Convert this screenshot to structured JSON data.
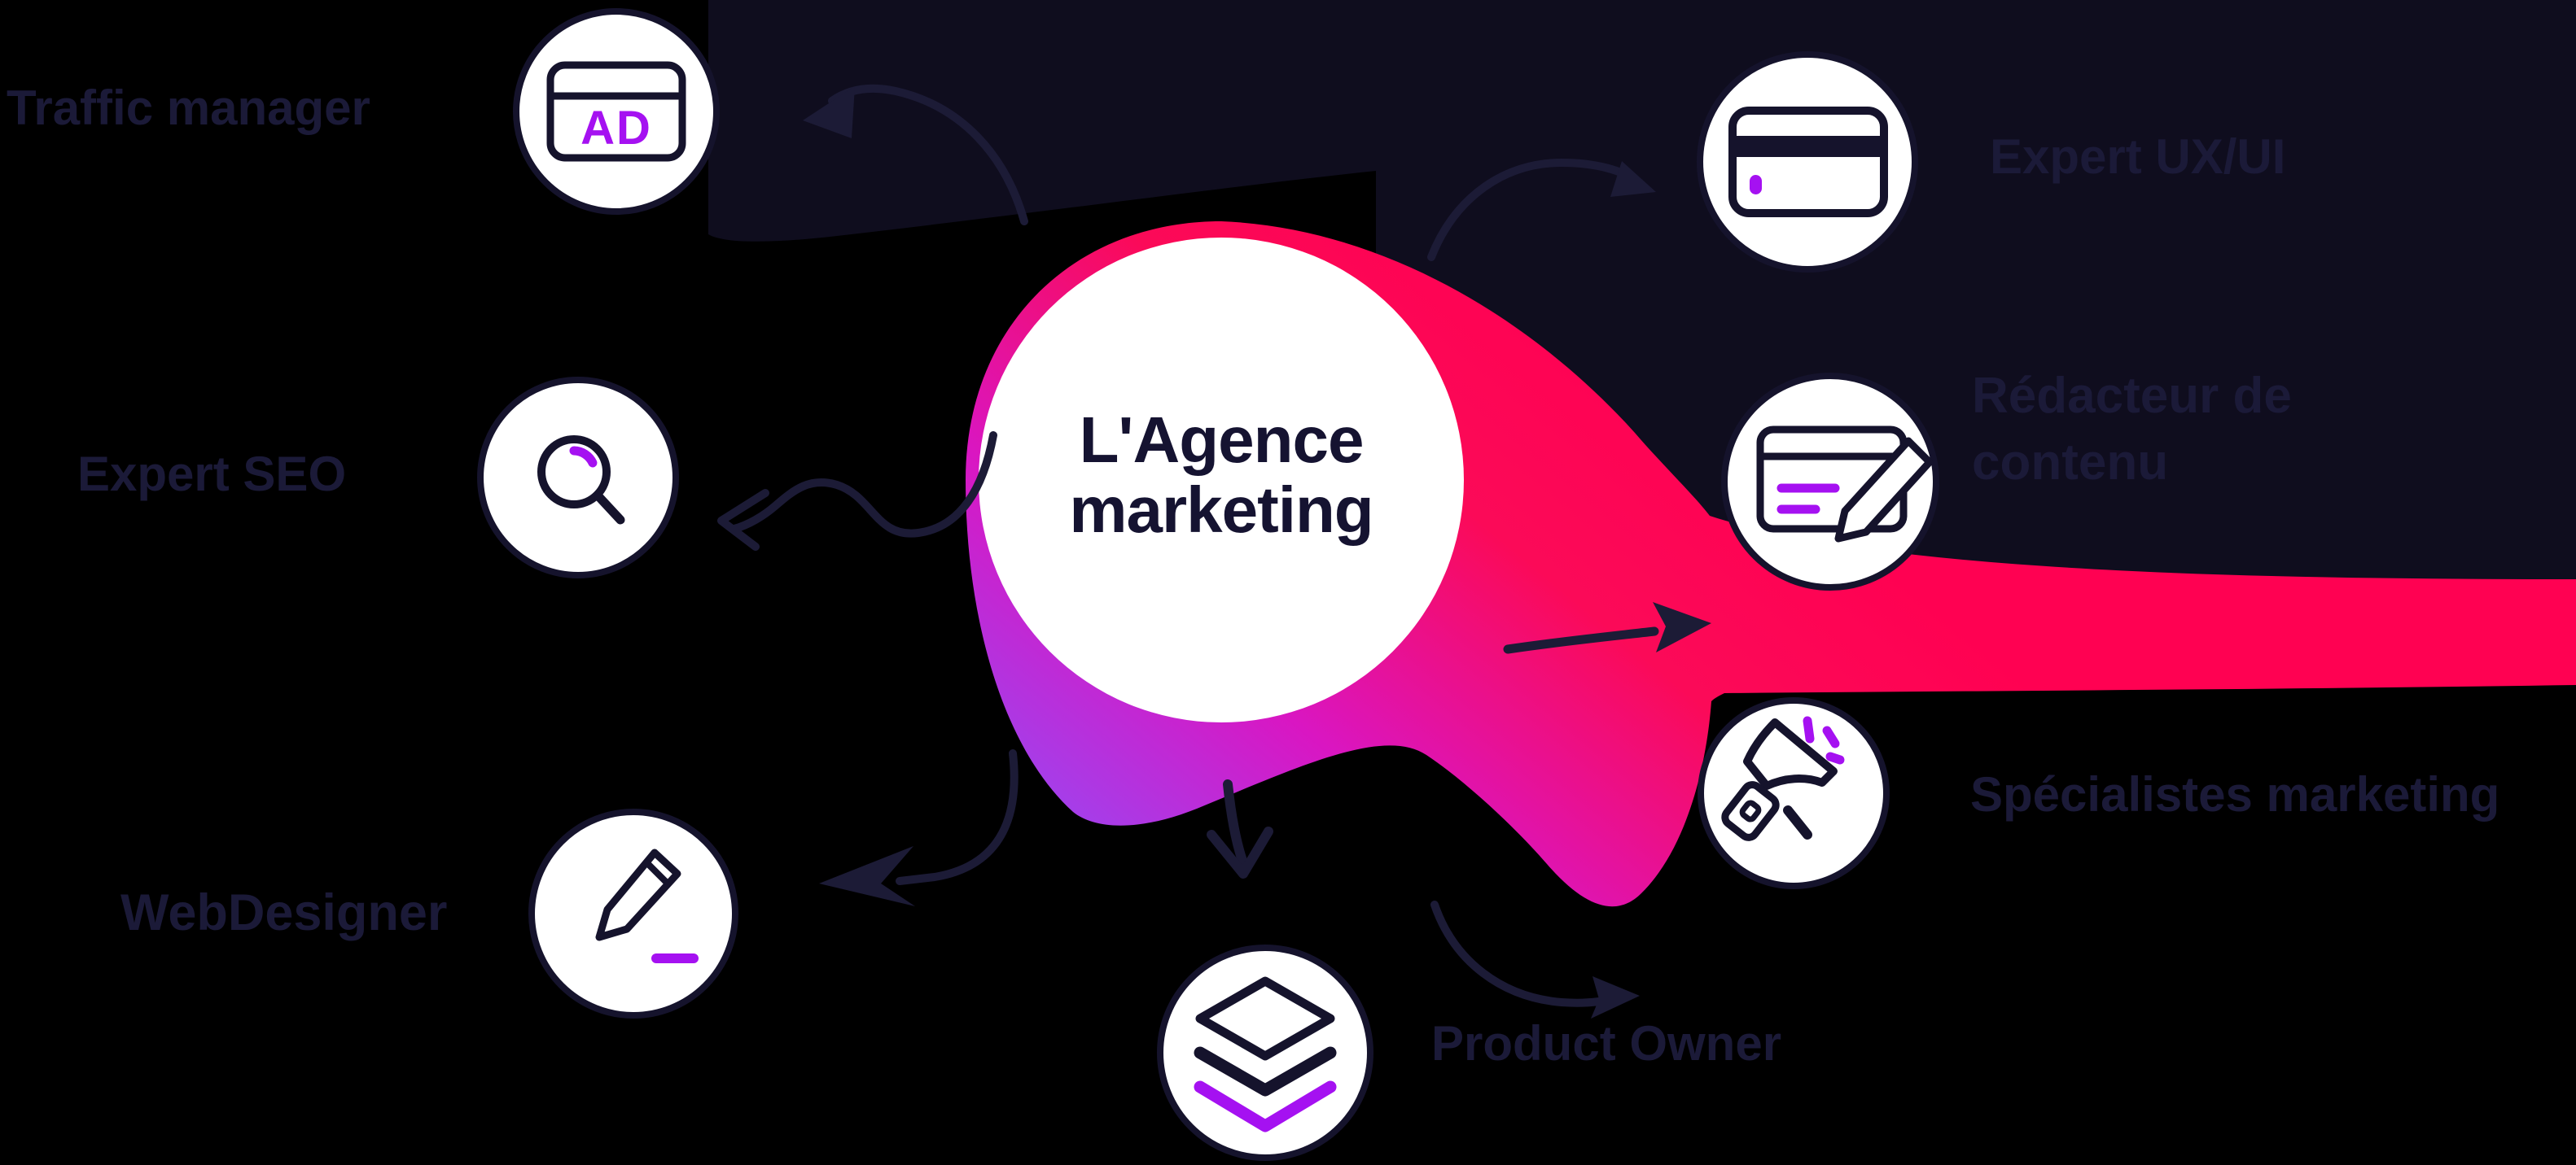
{
  "diagram": {
    "title": "L'Agence marketing",
    "nodes": {
      "traffic": {
        "label": "Traffic manager",
        "icon": "ad-browser-icon",
        "badge": "AD"
      },
      "seo": {
        "label": "Expert SEO",
        "icon": "magnifier-icon"
      },
      "webdesigner": {
        "label": "WebDesigner",
        "icon": "pencil-icon"
      },
      "product_owner": {
        "label": "Product Owner",
        "icon": "layers-icon"
      },
      "ux": {
        "label": "Expert UX/UI",
        "icon": "browser-card-icon"
      },
      "redacteur": {
        "label": "Rédacteur de contenu",
        "icon": "writing-pad-icon"
      },
      "marketing": {
        "label": "Spécialistes marketing",
        "icon": "megaphone-icon"
      }
    },
    "colors": {
      "pink": "#FF0152",
      "magenta": "#D916C2",
      "violet": "#8F4FFA",
      "accent_purple": "#A511F1",
      "ink_navy": "#1B1A38",
      "panel_navy": "#0F0D1E",
      "node_fill": "#FFFFFF",
      "background": "#000000"
    }
  }
}
